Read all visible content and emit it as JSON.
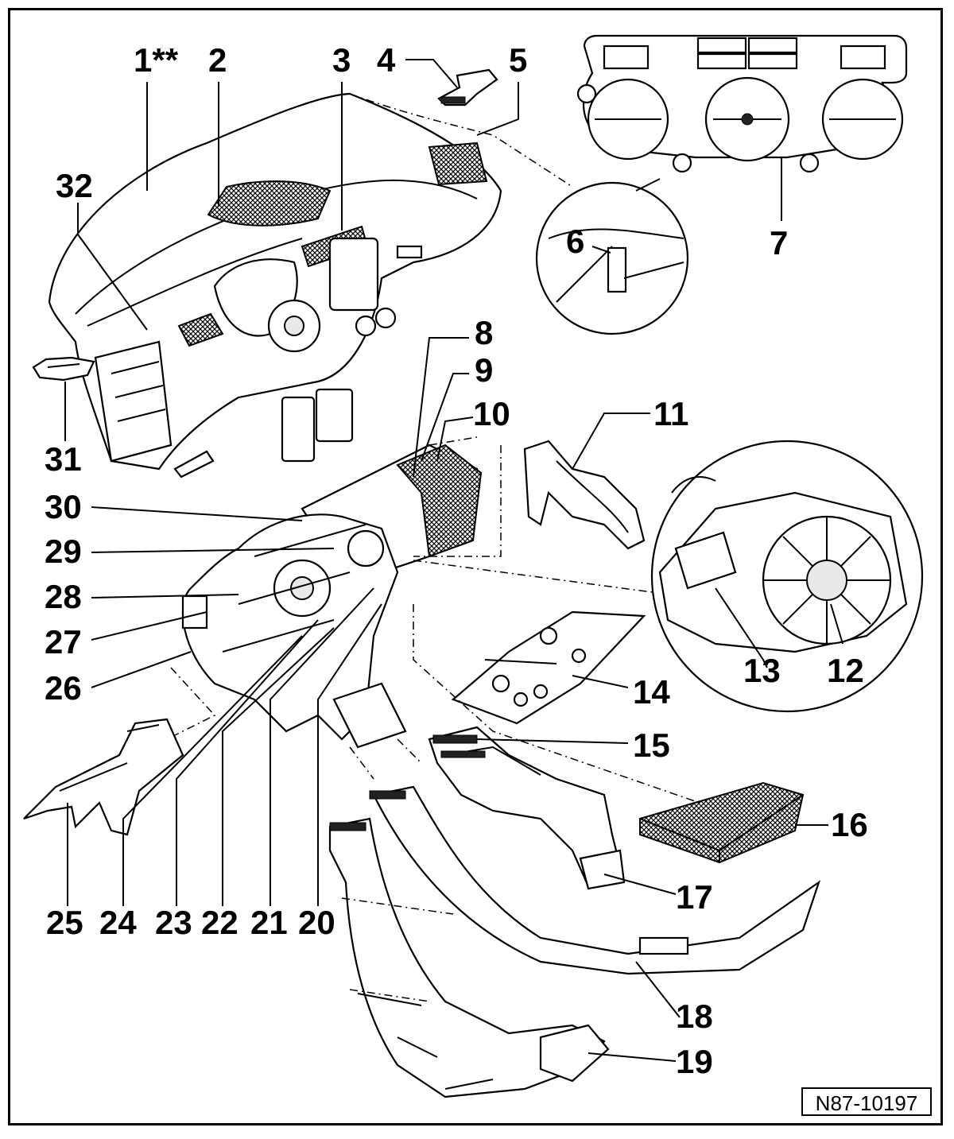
{
  "diagram": {
    "reference_code": "N87-10197",
    "callouts": [
      "1**",
      "2",
      "3",
      "4",
      "5",
      "6",
      "7",
      "8",
      "9",
      "10",
      "11",
      "12",
      "13",
      "14",
      "15",
      "16",
      "17",
      "18",
      "19",
      "20",
      "21",
      "22",
      "23",
      "24",
      "25",
      "26",
      "27",
      "28",
      "29",
      "30",
      "31",
      "32"
    ]
  }
}
